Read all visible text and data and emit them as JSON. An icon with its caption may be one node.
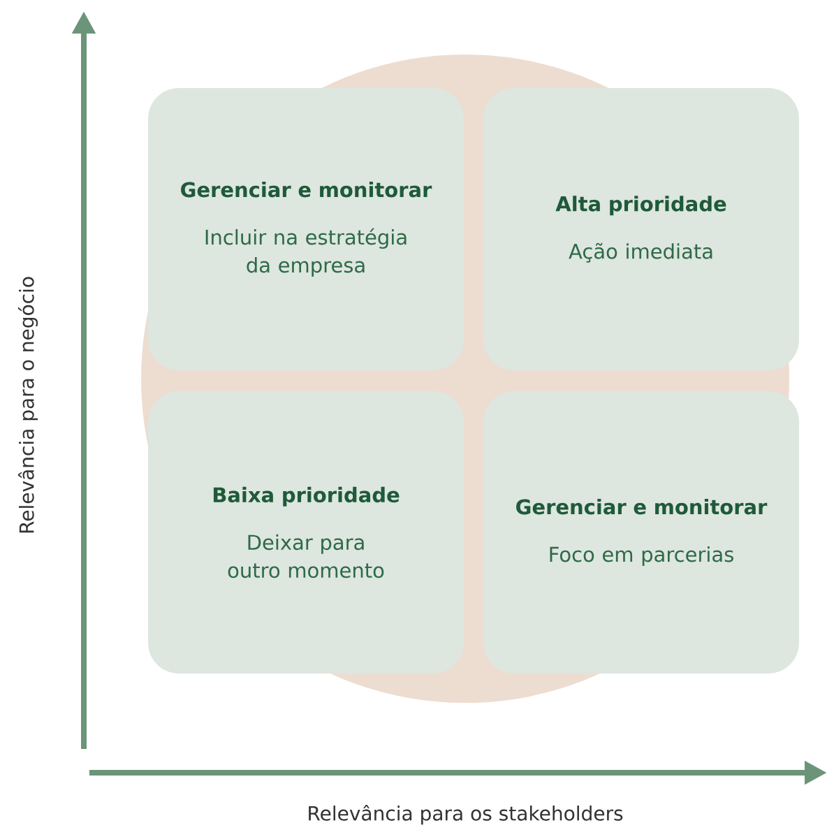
{
  "diagram": {
    "nodes": [
      {
        "text": [
          "Gerenciar e monitorar",
          "Incluir na estratégia da empresa"
        ]
      },
      {
        "text": [
          "Alta prioridade",
          "Ação imediata"
        ]
      },
      {
        "text": [
          "Baixa prioridade",
          "Deixar para outro momento"
        ]
      },
      {
        "text": [
          "Gerenciar e monitorar",
          "Foco em parcerias"
        ]
      }
    ],
    "edges": [],
    "labels": [
      "Relevância para o negócio",
      "Relevância para os stakeholders"
    ]
  }
}
